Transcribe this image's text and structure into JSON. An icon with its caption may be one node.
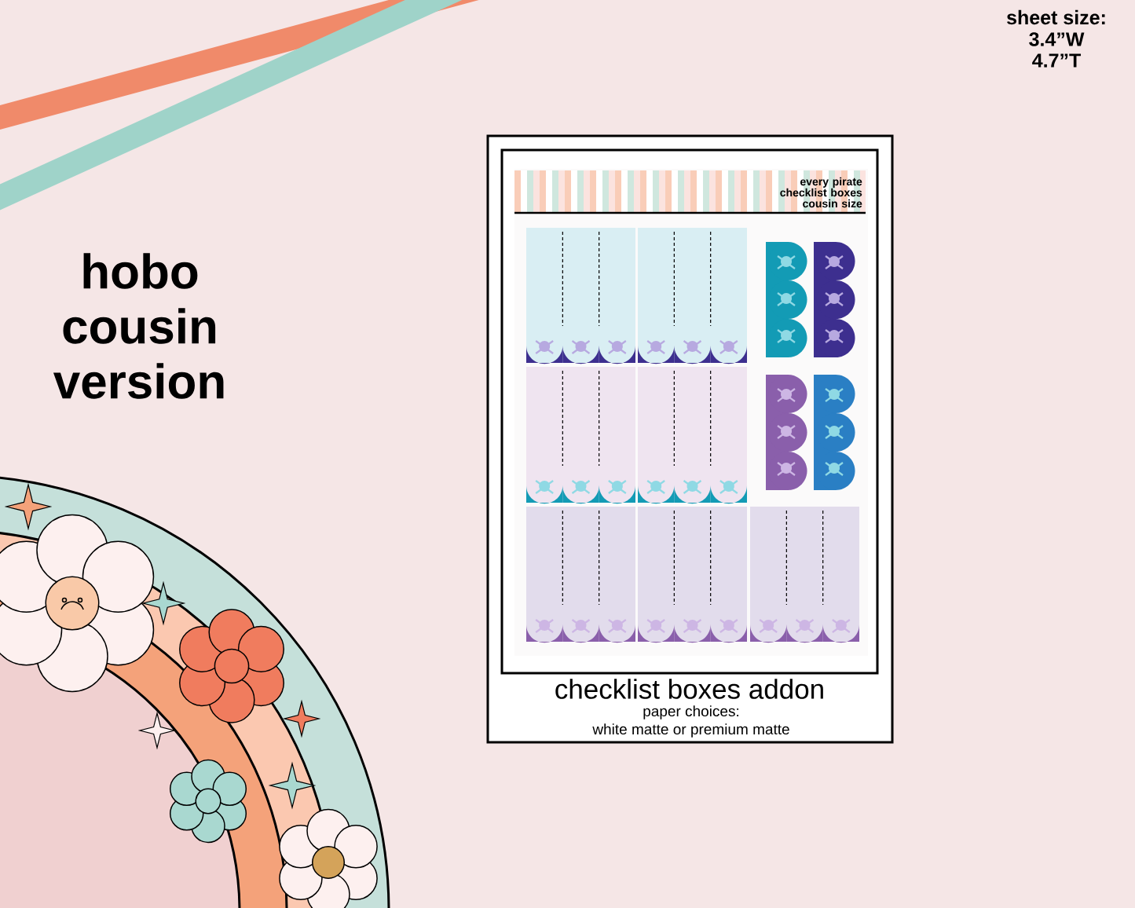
{
  "diagram": {
    "labels": [
      "sheet size:",
      "3.4”W",
      "4.7”T",
      "hobo cousin version",
      "every pirate checklist boxes cousin size",
      "checklist boxes addon",
      "paper choices:",
      "white matte or premium matte"
    ]
  }
}
